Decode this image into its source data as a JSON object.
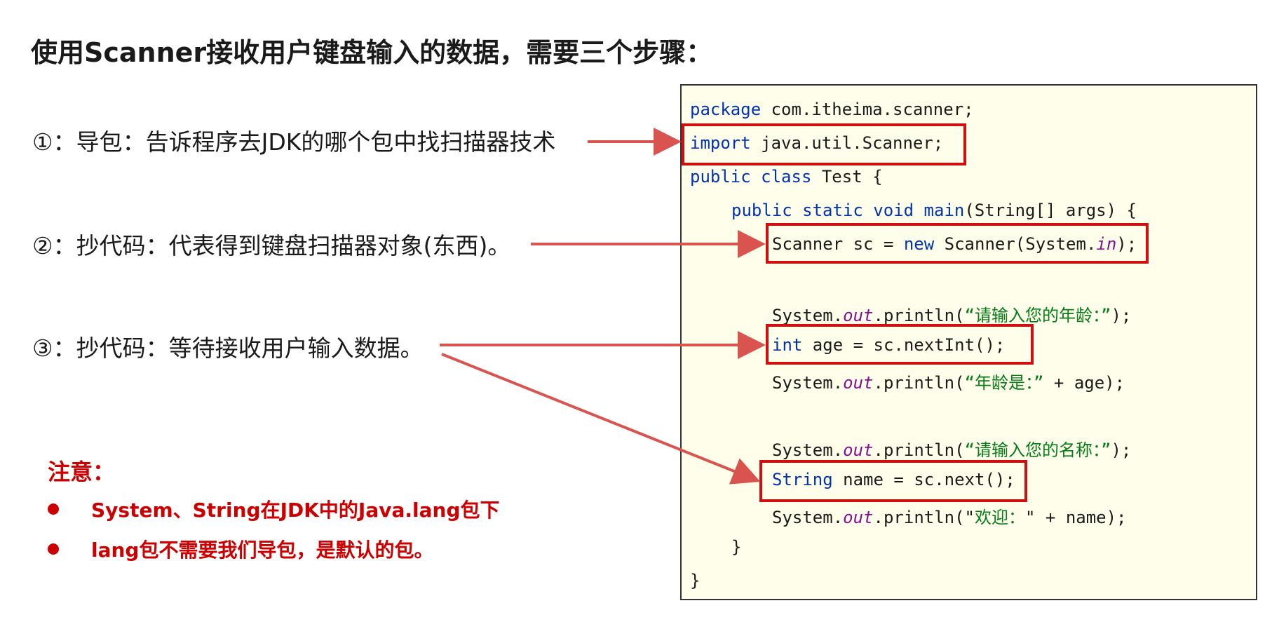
{
  "title": "使用Scanner接收用户键盘输入的数据，需要三个步骤：",
  "steps": [
    "①：导包：告诉程序去JDK的哪个包中找扫描器技术",
    "②：抄代码：代表得到键盘扫描器对象(东西)。",
    "③：抄代码：等待接收用户输入数据。"
  ],
  "notes": {
    "title": "注意：",
    "items": [
      "System、String在JDK中的Java.lang包下",
      "lang包不需要我们导包，是默认的包。"
    ]
  },
  "code": {
    "l1_kw": "package",
    "l1_rest": " com.itheima.scanner;",
    "l2_kw": "import",
    "l2_rest": " java.util.Scanner;",
    "l3_kw": "public class",
    "l3_rest": " Test {",
    "l4_kw": "public static void",
    "l4_main": " main",
    "l4_rest": "(String[] args) {",
    "l5_a": "Scanner sc = ",
    "l5_kw": "new",
    "l5_b": " Scanner(System.",
    "l5_fld": "in",
    "l5_c": ");",
    "l6_a": "System.",
    "l6_fld": "out",
    "l6_b": ".println(",
    "l6_str": "“请输入您的年龄：”",
    "l6_c": ");",
    "l7_kw": "int",
    "l7_rest": " age = sc.nextInt();",
    "l8_a": "System.",
    "l8_fld": "out",
    "l8_b": ".println(",
    "l8_str": "“年龄是：”",
    "l8_c": " + age);",
    "l9_a": "System.",
    "l9_fld": "out",
    "l9_b": ".println(",
    "l9_str": "“请输入您的名称：”",
    "l9_c": ");",
    "l10_kw": "String",
    "l10_rest": " name = sc.next();",
    "l11_a": "System.",
    "l11_fld": "out",
    "l11_b": ".println(\"",
    "l11_str": "欢迎：",
    "l11_c": "\" + name);",
    "l12": "}",
    "l13": "}"
  },
  "colors": {
    "accent_red": "#cc0000",
    "highlight_box": "#d01010",
    "arrow": "#d9534f",
    "keyword": "#0033b3",
    "field": "#871094",
    "string": "#067d17",
    "code_bg": "#fefeea"
  }
}
